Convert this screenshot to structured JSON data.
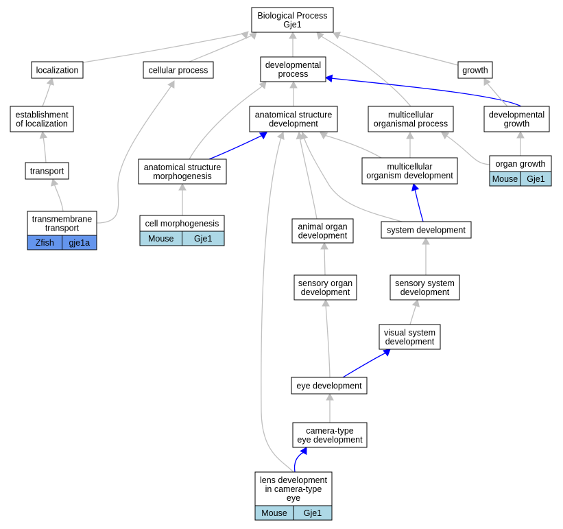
{
  "graph": {
    "colors": {
      "grey_edge": "#c0c0c0",
      "blue_edge": "#0000ff",
      "mouse_tag": "#add8e6",
      "zfish_tag": "#6495ed"
    },
    "nodes": {
      "bp": {
        "lines": [
          "Biological Process",
          "Gje1"
        ]
      },
      "loc": {
        "lines": [
          "localization"
        ]
      },
      "cellproc": {
        "lines": [
          "cellular process"
        ]
      },
      "devproc": {
        "lines": [
          "developmental",
          "process"
        ]
      },
      "growth": {
        "lines": [
          "growth"
        ]
      },
      "estab": {
        "lines": [
          "establishment",
          "of localization"
        ]
      },
      "asd": {
        "lines": [
          "anatomical structure",
          "development"
        ]
      },
      "mop": {
        "lines": [
          "multicellular",
          "organismal process"
        ]
      },
      "devgrowth": {
        "lines": [
          "developmental",
          "growth"
        ]
      },
      "transport": {
        "lines": [
          "transport"
        ]
      },
      "asm": {
        "lines": [
          "anatomical structure",
          "morphogenesis"
        ]
      },
      "mod": {
        "lines": [
          "multicellular",
          "organism development"
        ]
      },
      "orggrowth": {
        "lines": [
          "organ growth"
        ],
        "tags": [
          "Mouse",
          "Gje1"
        ]
      },
      "tmt": {
        "lines": [
          "transmembrane",
          "transport"
        ],
        "tags": [
          "Zfish",
          "gje1a"
        ]
      },
      "cellmorph": {
        "lines": [
          "cell morphogenesis"
        ],
        "tags": [
          "Mouse",
          "Gje1"
        ]
      },
      "aod": {
        "lines": [
          "animal organ",
          "development"
        ]
      },
      "sysdev": {
        "lines": [
          "system development"
        ]
      },
      "sod": {
        "lines": [
          "sensory organ",
          "development"
        ]
      },
      "ssd": {
        "lines": [
          "sensory system",
          "development"
        ]
      },
      "vsd": {
        "lines": [
          "visual system",
          "development"
        ]
      },
      "eyedev": {
        "lines": [
          "eye development"
        ]
      },
      "cted": {
        "lines": [
          "camera-type",
          "eye development"
        ]
      },
      "lens": {
        "lines": [
          "lens development",
          "in camera-type",
          "eye"
        ],
        "tags": [
          "Mouse",
          "Gje1"
        ]
      }
    }
  }
}
